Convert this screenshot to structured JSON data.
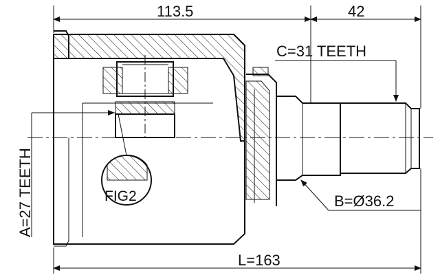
{
  "dimensions": {
    "housing_length": "113.5",
    "shaft_length": "42",
    "overall_length": "L=163",
    "outer_spline": "C=31 TEETH",
    "inner_spline": "A=27 TEETH",
    "seal_diameter": "B=Ø36.2"
  },
  "callouts": {
    "detail_figure": "FIG2"
  }
}
